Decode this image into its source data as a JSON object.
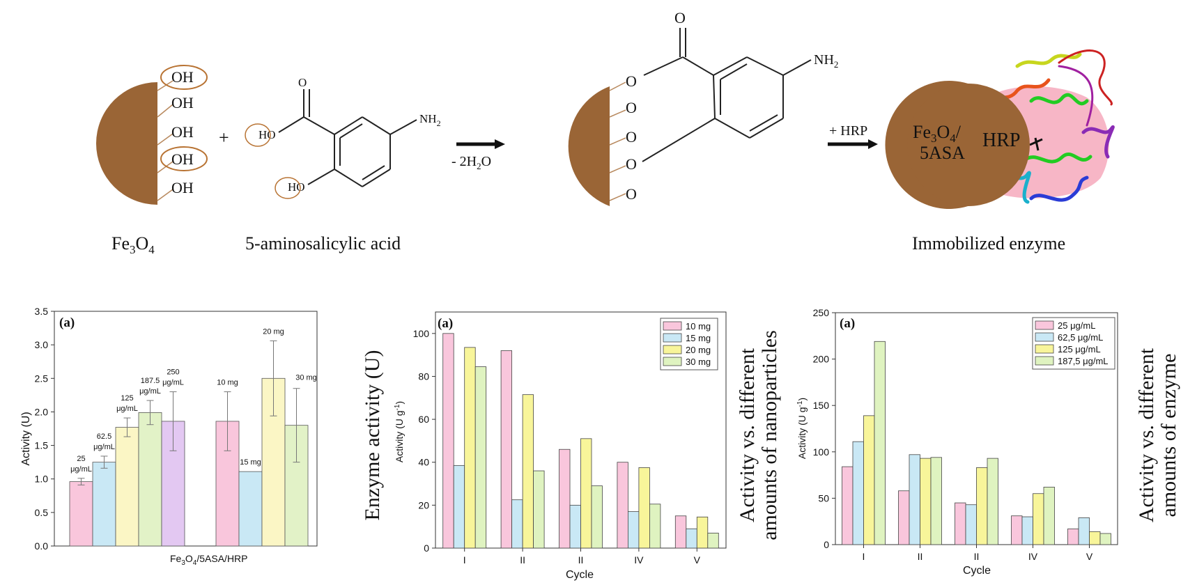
{
  "scheme": {
    "fe3o4_label": "Fe",
    "fe3o4_sub1": "3",
    "fe3o4_o": "O",
    "fe3o4_sub2": "4",
    "oh_groups": [
      "OH",
      "OH",
      "OH",
      "OH",
      "OH"
    ],
    "plus": "+",
    "aminosalicylic_label": "5-aminosalicylic acid",
    "carbonyl_o": "O",
    "ho_top": "HO",
    "ho_bottom": "HO",
    "nh2_label": "NH",
    "nh2_sub": "2",
    "condensation_label": "- 2H",
    "condensation_sub": "2",
    "condensation_end": "O",
    "product_o_top": "O",
    "product_o_links": [
      "O",
      "O",
      "O",
      "O",
      "O"
    ],
    "product_nh2": "NH",
    "product_nh2_sub": "2",
    "hrp_arrow_label": "+ HRP",
    "particle_label_line1": "Fe",
    "particle_label_sub1": "3",
    "particle_label_o": "O",
    "particle_label_sub2": "4",
    "particle_label_slash": "/",
    "particle_label_line2": "5ASA",
    "hrp_label": "HRP",
    "immobilized_label": "Immobilized enzyme",
    "colors": {
      "particle": "#9a6536",
      "hrp_pink": "#f7b6c6",
      "ring": "#b87333"
    }
  },
  "side_labels": {
    "enzyme_activity": "Enzyme activity (U)",
    "nanoparticles_line1": "Activity vs. different",
    "nanoparticles_line2": "amounts of nanoparticles",
    "enzyme_line1": "Activity vs. different",
    "enzyme_line2": "amounts of enzyme"
  },
  "chart_data": [
    {
      "type": "bar",
      "panel_label": "(a)",
      "xlabel": "Fe3O4/5ASA/HRP",
      "xlabel_parts": [
        "Fe",
        "3",
        "O",
        "4",
        "/5ASA/HRP"
      ],
      "ylabel": "Activity (U)",
      "ylim": [
        0,
        3.5
      ],
      "yticks": [
        "0.0",
        "0.5",
        "1.0",
        "1.5",
        "2.0",
        "2.5",
        "3.0",
        "3.5"
      ],
      "groups": [
        {
          "bars": [
            {
              "label": [
                "25",
                "μg/mL"
              ],
              "value": 0.96,
              "err": 0.05,
              "color": "#f9c6dc"
            },
            {
              "label": [
                "62.5",
                "μg/mL"
              ],
              "value": 1.25,
              "err": 0.09,
              "color": "#c9e8f5"
            },
            {
              "label": [
                "125",
                "μg/mL"
              ],
              "value": 1.77,
              "err": 0.14,
              "color": "#fbf6c5"
            },
            {
              "label": [
                "187.5",
                "μg/mL"
              ],
              "value": 1.99,
              "err": 0.18,
              "color": "#e2f2c7"
            },
            {
              "label": [
                "250",
                "μg/mL"
              ],
              "value": 1.86,
              "err": 0.44,
              "color": "#e3c8f2"
            }
          ]
        },
        {
          "bars": [
            {
              "label": [
                "10 mg"
              ],
              "value": 1.86,
              "err": 0.44,
              "color": "#f9c6dc"
            },
            {
              "label": [
                "15 mg"
              ],
              "value": 1.11,
              "err": 0.0,
              "color": "#c9e8f5"
            },
            {
              "label": [
                "20 mg"
              ],
              "value": 2.5,
              "err": 0.56,
              "color": "#fbf6c5"
            },
            {
              "label": [
                "30 mg"
              ],
              "value": 1.8,
              "err": 0.55,
              "color": "#e2f2c7"
            }
          ]
        }
      ]
    },
    {
      "type": "bar",
      "panel_label": "(a)",
      "xlabel": "Cycle",
      "ylabel_parts": [
        "Activity (U g",
        "-1",
        ")"
      ],
      "ylim": [
        0,
        110
      ],
      "yticks": [
        "0",
        "20",
        "40",
        "60",
        "80",
        "100"
      ],
      "categories": [
        "I",
        "II",
        "II",
        "IV",
        "V"
      ],
      "legend_position": "top-right",
      "series": [
        {
          "name": "10 mg",
          "color": "#f9c6dc",
          "values": [
            100,
            92,
            46,
            40,
            15
          ]
        },
        {
          "name": "15 mg",
          "color": "#c9e8f5",
          "values": [
            38.5,
            22.5,
            20,
            17,
            9
          ]
        },
        {
          "name": "20 mg",
          "color": "#f8f59a",
          "values": [
            93.5,
            71.5,
            51,
            37.5,
            14.5
          ]
        },
        {
          "name": "30 mg",
          "color": "#dff3c0",
          "values": [
            84.5,
            36,
            29,
            20.5,
            7
          ]
        }
      ]
    },
    {
      "type": "bar",
      "panel_label": "(a)",
      "xlabel": "Cycle",
      "ylabel_parts": [
        "Activity (U g",
        "-1",
        ")"
      ],
      "ylim": [
        0,
        250
      ],
      "yticks": [
        "0",
        "50",
        "100",
        "150",
        "200",
        "250"
      ],
      "categories": [
        "I",
        "II",
        "II",
        "IV",
        "V"
      ],
      "legend_position": "top-right",
      "series": [
        {
          "name": "25 μg/mL",
          "color": "#f9c6dc",
          "values": [
            84,
            58,
            45,
            31,
            17
          ]
        },
        {
          "name": "62,5 μg/mL",
          "color": "#c9e8f5",
          "values": [
            111,
            97,
            43,
            30,
            29
          ]
        },
        {
          "name": "125 μg/mL",
          "color": "#f8f59a",
          "values": [
            139,
            93,
            83,
            55,
            14
          ]
        },
        {
          "name": "187,5 μg/mL",
          "color": "#dff3c0",
          "values": [
            219,
            94,
            93,
            62,
            12
          ]
        }
      ]
    }
  ]
}
